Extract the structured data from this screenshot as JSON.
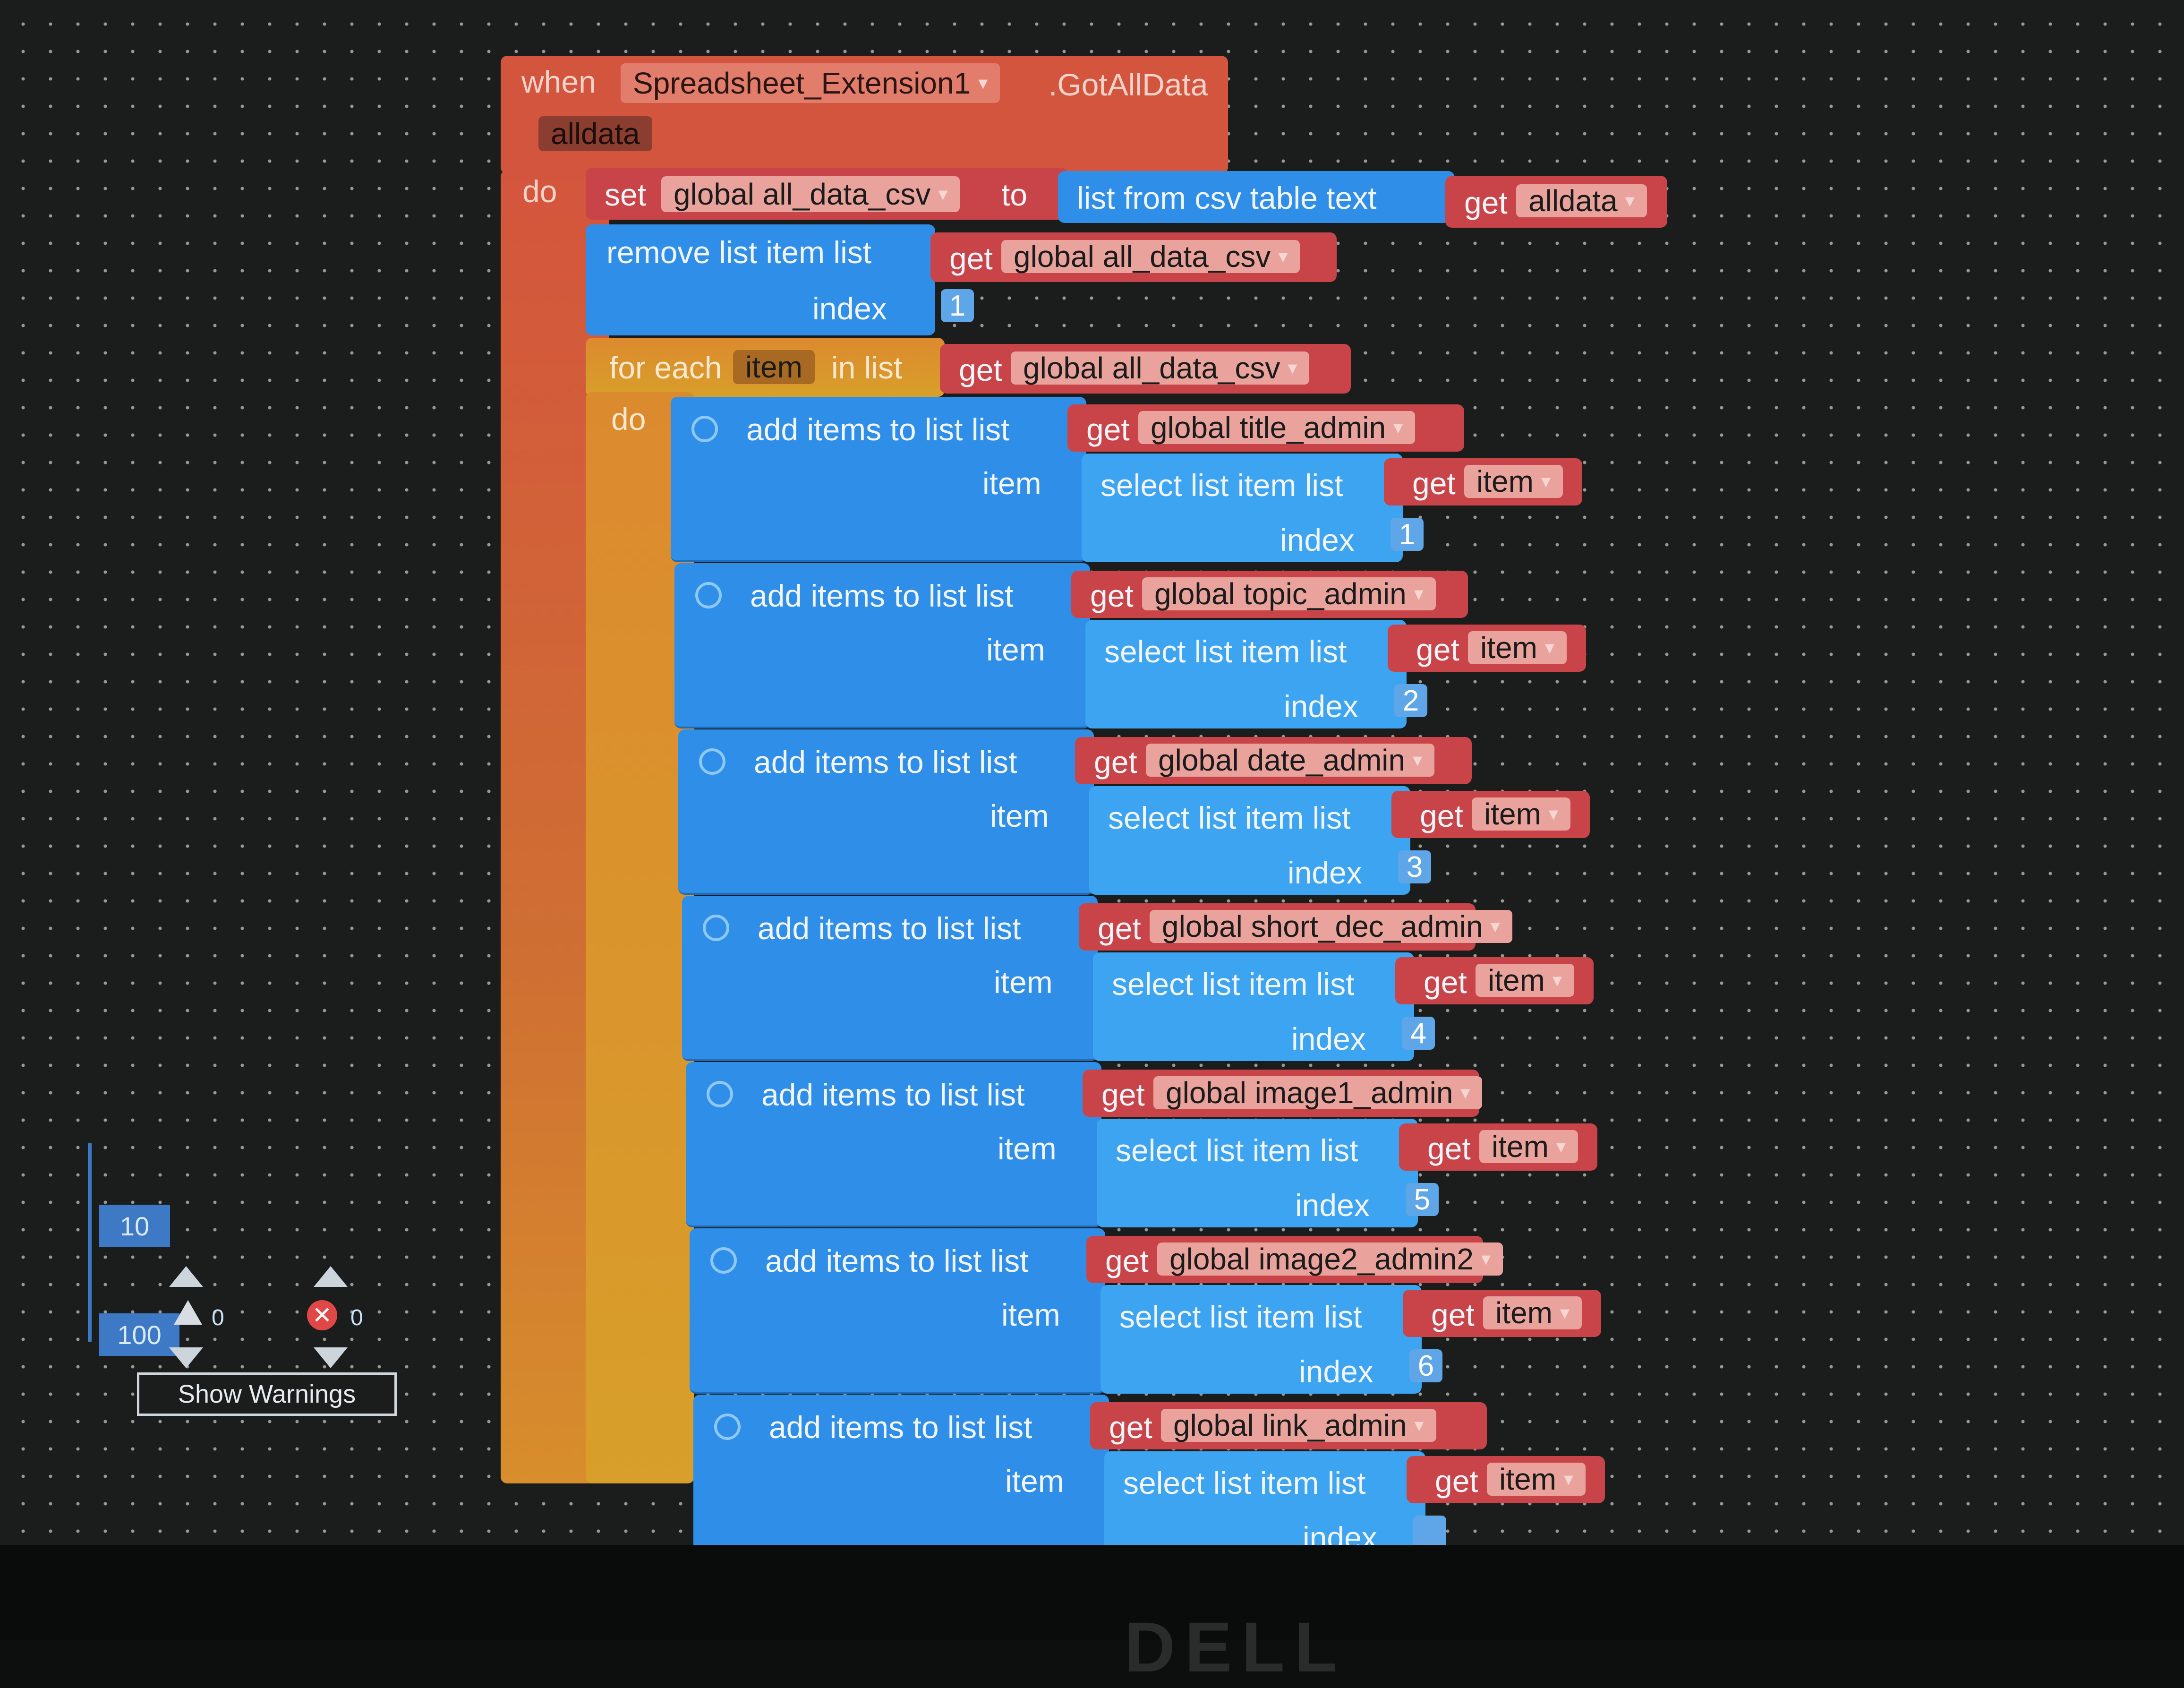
{
  "event": {
    "when": "when",
    "component": "Spreadsheet_Extension1",
    "event_name": ".GotAllData",
    "param": "alldata",
    "do": "do"
  },
  "set_block": {
    "set": "set",
    "var": "global all_data_csv",
    "to": "to",
    "func": "list from csv table  text",
    "get": "get",
    "get_var": "alldata"
  },
  "remove_block": {
    "label": "remove list item  list",
    "get": "get",
    "get_var": "global all_data_csv",
    "index_label": "index",
    "index_value": "1"
  },
  "foreach_block": {
    "for_each": "for each",
    "item": "item",
    "in_list": "in list",
    "get": "get",
    "get_var": "global all_data_csv",
    "do": "do"
  },
  "add_blocks": [
    {
      "label": "add items to list  list",
      "get": "get",
      "target": "global title_admin",
      "item_label": "item",
      "select_label": "select list item  list",
      "get_item": "get",
      "item_var": "item",
      "index_label": "index",
      "index": "1"
    },
    {
      "label": "add items to list  list",
      "get": "get",
      "target": "global topic_admin",
      "item_label": "item",
      "select_label": "select list item  list",
      "get_item": "get",
      "item_var": "item",
      "index_label": "index",
      "index": "2"
    },
    {
      "label": "add items to list  list",
      "get": "get",
      "target": "global date_admin",
      "item_label": "item",
      "select_label": "select list item  list",
      "get_item": "get",
      "item_var": "item",
      "index_label": "index",
      "index": "3"
    },
    {
      "label": "add items to list  list",
      "get": "get",
      "target": "global short_dec_admin",
      "item_label": "item",
      "select_label": "select list item  list",
      "get_item": "get",
      "item_var": "item",
      "index_label": "index",
      "index": "4"
    },
    {
      "label": "add items to list  list",
      "get": "get",
      "target": "global image1_admin",
      "item_label": "item",
      "select_label": "select list item  list",
      "get_item": "get",
      "item_var": "item",
      "index_label": "index",
      "index": "5"
    },
    {
      "label": "add items to list  list",
      "get": "get",
      "target": "global image2_admin2",
      "item_label": "item",
      "select_label": "select list item  list",
      "get_item": "get",
      "item_var": "item",
      "index_label": "index",
      "index": "6"
    },
    {
      "label": "add items to list  list",
      "get": "get",
      "target": "global link_admin",
      "item_label": "item",
      "select_label": "select list item  list",
      "get_item": "get",
      "item_var": "item",
      "index_label": "index",
      "index": ""
    }
  ],
  "controls": {
    "zoom_small": "10",
    "zoom_large": "100",
    "warning_count": "0",
    "error_count": "0",
    "show_warnings": "Show Warnings"
  },
  "icons": {
    "dropdown": "dropdown-arrow-icon",
    "gear": "mutator-gear-icon",
    "error": "error-x-icon",
    "warning": "warning-triangle-icon"
  },
  "colors": {
    "event_block": "#d4553d",
    "variable_block": "#c94448",
    "list_block": "#2f8ee8",
    "control_block": "#dc8a2e"
  }
}
